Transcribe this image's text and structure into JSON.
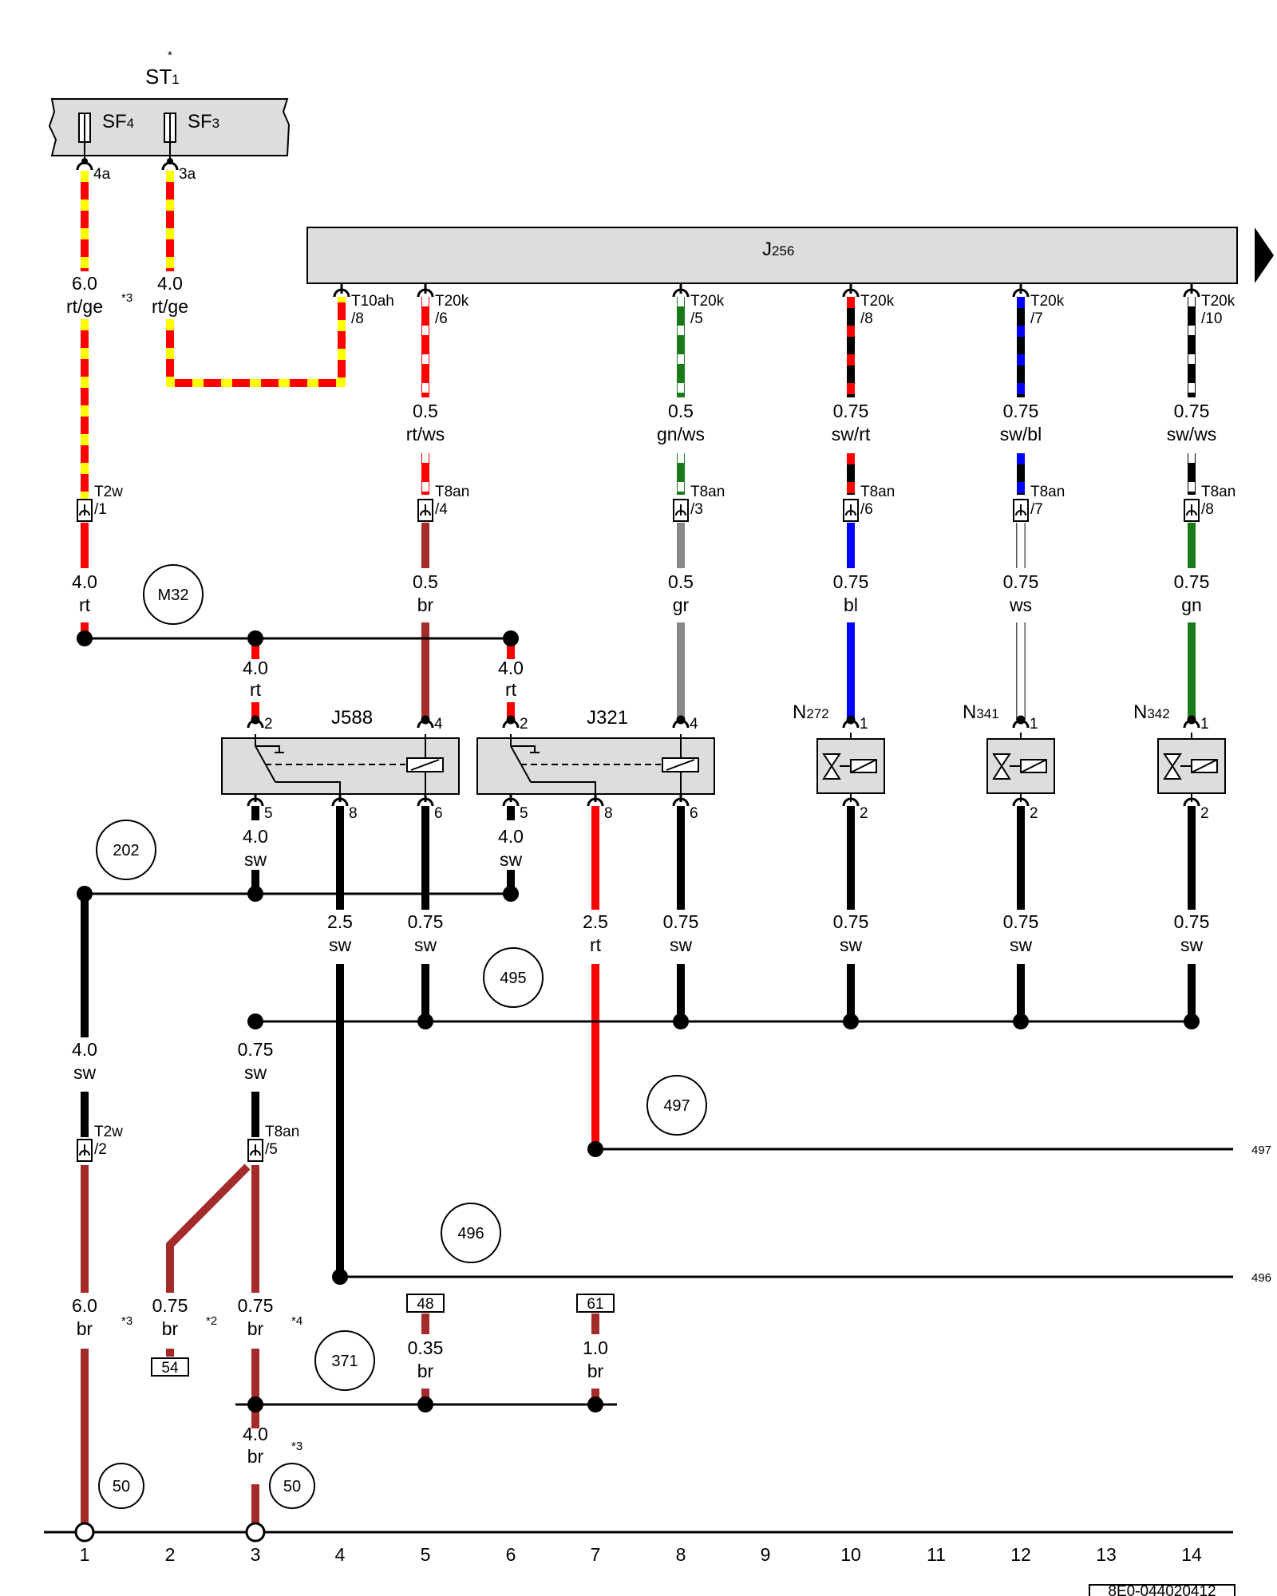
{
  "diagram": {
    "doc_id": "8E0-044020412",
    "supply": {
      "name": "ST",
      "sub": "1",
      "star": "*"
    },
    "fuses": [
      {
        "name": "SF",
        "sub": "4",
        "pin": "4a"
      },
      {
        "name": "SF",
        "sub": "3",
        "pin": "3a"
      }
    ],
    "control_unit": {
      "name": "J",
      "sub": "256"
    },
    "top_wires": [
      {
        "size": "6.0",
        "color": "rt/ge",
        "note": "*3"
      },
      {
        "size": "4.0",
        "color": "rt/ge"
      }
    ],
    "cu_pins": [
      {
        "conn": "T10ah",
        "pin": "/8"
      },
      {
        "conn": "T20k",
        "pin": "/6"
      },
      {
        "conn": "T20k",
        "pin": "/5"
      },
      {
        "conn": "T20k",
        "pin": "/8"
      },
      {
        "conn": "T20k",
        "pin": "/7"
      },
      {
        "conn": "T20k",
        "pin": "/10"
      }
    ],
    "cu_wires": [
      {
        "size": "0.5",
        "color": "rt/ws"
      },
      {
        "size": "0.5",
        "color": "gn/ws"
      },
      {
        "size": "0.75",
        "color": "sw/rt"
      },
      {
        "size": "0.75",
        "color": "sw/bl"
      },
      {
        "size": "0.75",
        "color": "sw/ws"
      }
    ],
    "conn_row": [
      {
        "conn": "T2w",
        "pin": "/1"
      },
      {
        "conn": "T8an",
        "pin": "/4"
      },
      {
        "conn": "T8an",
        "pin": "/3"
      },
      {
        "conn": "T8an",
        "pin": "/6"
      },
      {
        "conn": "T8an",
        "pin": "/7"
      },
      {
        "conn": "T8an",
        "pin": "/8"
      }
    ],
    "mid_wires": [
      {
        "size": "4.0",
        "color": "rt"
      },
      {
        "size": "0.5",
        "color": "br"
      },
      {
        "size": "0.5",
        "color": "gr"
      },
      {
        "size": "0.75",
        "color": "bl"
      },
      {
        "size": "0.75",
        "color": "ws"
      },
      {
        "size": "0.75",
        "color": "gn"
      }
    ],
    "relay_wires": [
      {
        "size": "4.0",
        "color": "rt"
      },
      {
        "size": "4.0",
        "color": "rt"
      }
    ],
    "relays": [
      {
        "name": "J588",
        "pins": [
          "2",
          "4",
          "5",
          "8",
          "6"
        ]
      },
      {
        "name": "J321",
        "pins": [
          "2",
          "4",
          "5",
          "8",
          "6"
        ]
      }
    ],
    "valves": [
      {
        "name": "N",
        "sub": "272",
        "pin_top": "1",
        "pin_bottom": "2"
      },
      {
        "name": "N",
        "sub": "341",
        "pin_top": "1",
        "pin_bottom": "2"
      },
      {
        "name": "N",
        "sub": "342",
        "pin_top": "1",
        "pin_bottom": "2"
      }
    ],
    "relay_out_wires": [
      {
        "size": "4.0",
        "color": "sw"
      },
      {
        "size": "4.0",
        "color": "sw"
      }
    ],
    "low_wires": [
      {
        "size": "2.5",
        "color": "sw"
      },
      {
        "size": "0.75",
        "color": "sw"
      },
      {
        "size": "2.5",
        "color": "rt"
      },
      {
        "size": "0.75",
        "color": "sw"
      },
      {
        "size": "0.75",
        "color": "sw"
      },
      {
        "size": "0.75",
        "color": "sw"
      },
      {
        "size": "0.75",
        "color": "sw"
      }
    ],
    "ground_wires": [
      {
        "size": "4.0",
        "color": "sw"
      },
      {
        "size": "0.75",
        "color": "sw"
      }
    ],
    "bottom_conns": [
      {
        "conn": "T2w",
        "pin": "/2"
      },
      {
        "conn": "T8an",
        "pin": "/5"
      }
    ],
    "bottom_wires": [
      {
        "size": "6.0",
        "color": "br",
        "note": "*3"
      },
      {
        "size": "0.75",
        "color": "br",
        "note": "*2"
      },
      {
        "size": "0.75",
        "color": "br",
        "note": "*4"
      },
      {
        "size": "0.35",
        "color": "br"
      },
      {
        "size": "1.0",
        "color": "br"
      },
      {
        "size": "4.0",
        "color": "br",
        "note": "*3"
      }
    ],
    "terminals": [
      "54",
      "48",
      "61"
    ],
    "circles": [
      "M32",
      "202",
      "495",
      "497",
      "496",
      "371",
      "50",
      "50"
    ],
    "refs": [
      "497",
      "496"
    ],
    "track_numbers": [
      "1",
      "2",
      "3",
      "4",
      "5",
      "6",
      "7",
      "8",
      "9",
      "10",
      "11",
      "12",
      "13",
      "14"
    ]
  }
}
